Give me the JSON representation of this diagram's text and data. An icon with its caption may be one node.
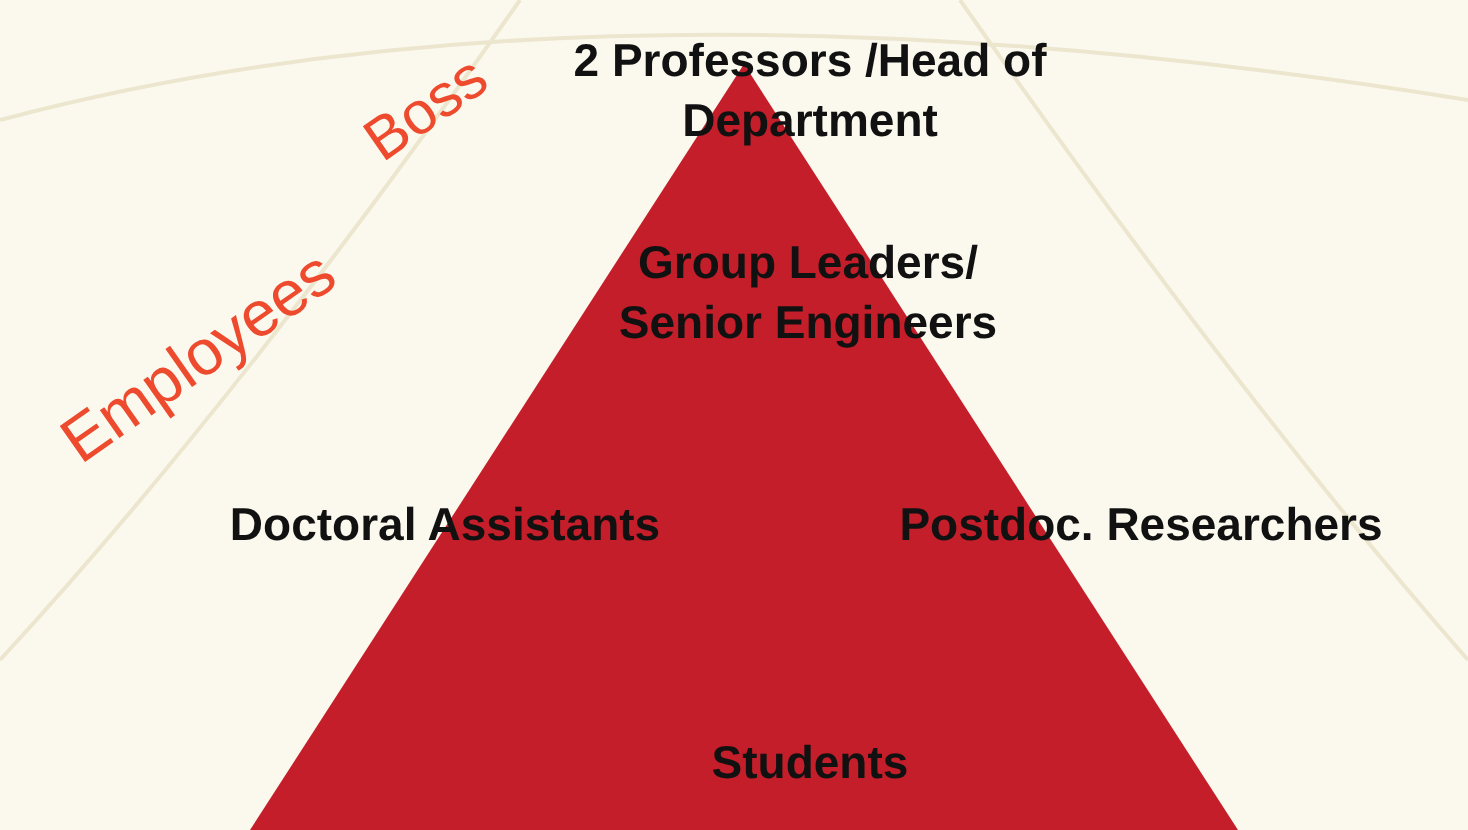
{
  "diagram": {
    "nodes": [
      {
        "text": [
          "2 Professors /Head of Department",
          "Group Leaders/ Senior Engineers",
          "Doctoral Assistants",
          "Postdoc. Researchers",
          "Students"
        ]
      }
    ],
    "labels": [
      "Boss",
      "Employees"
    ]
  }
}
